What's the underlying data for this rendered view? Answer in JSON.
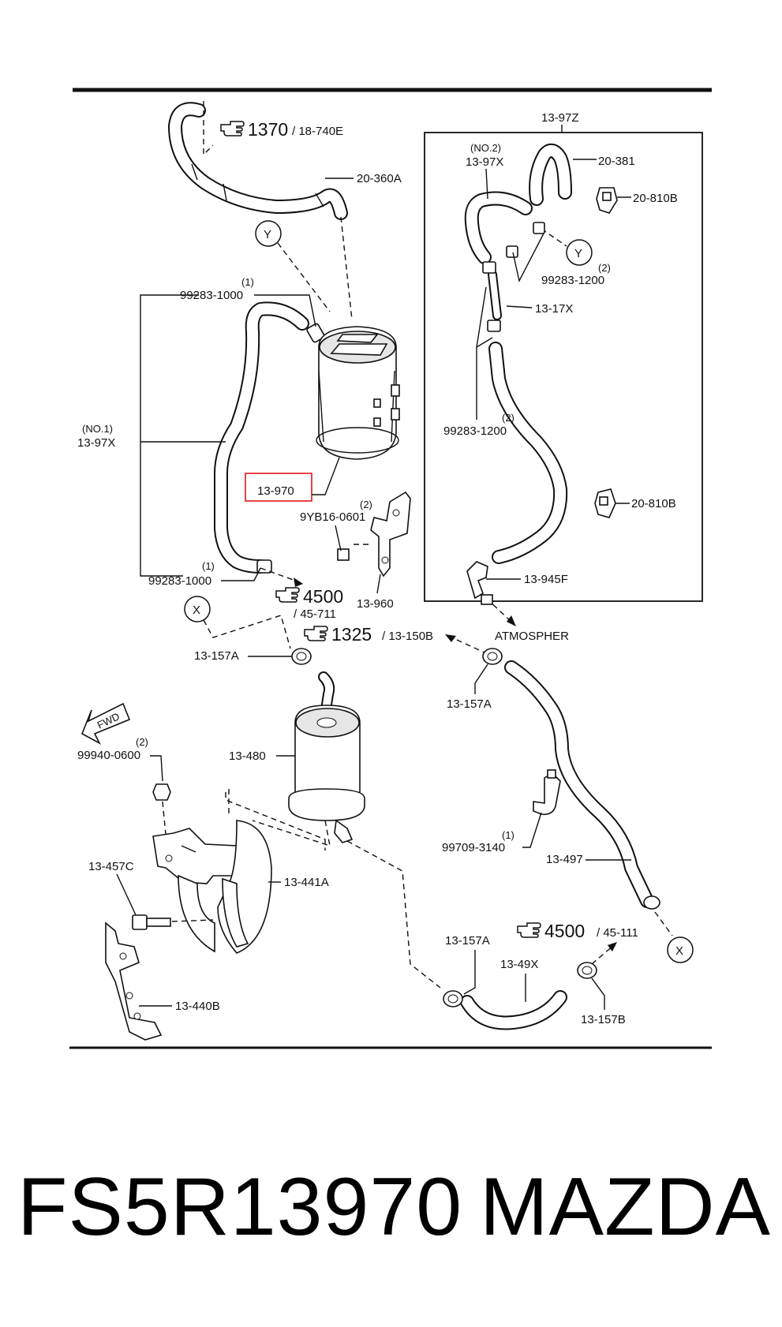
{
  "diagram": {
    "hand_refs": [
      {
        "id": "ref-1370",
        "number": "1370",
        "sub": "/ 18-740E"
      },
      {
        "id": "ref-4500a",
        "number": "4500",
        "sub": "/ 45-711"
      },
      {
        "id": "ref-1325",
        "number": "1325",
        "sub": "/ 13-150B"
      },
      {
        "id": "ref-4500b",
        "number": "4500",
        "sub": "/ 45-111"
      }
    ],
    "callouts": {
      "c_20_360A": "20-360A",
      "c_99283_1000_top": "99283-1000",
      "c_99283_1000_top_qty": "(1)",
      "c_no1": "(NO.1)",
      "c_13_97X_left": "13-97X",
      "c_13_970": "13-970",
      "c_9YB16": "9YB16-0601",
      "c_9YB16_qty": "(2)",
      "c_99283_1000_bot": "99283-1000",
      "c_99283_1000_bot_qty": "(1)",
      "c_13_960": "13-960",
      "c_13_157A_left": "13-157A",
      "c_13_157A_right": "13-157A",
      "c_13_157A_bottom": "13-157A",
      "c_99940": "99940-0600",
      "c_99940_qty": "(2)",
      "c_13_480": "13-480",
      "c_13_457C": "13-457C",
      "c_13_441A": "13-441A",
      "c_13_440B": "13-440B",
      "c_13_497": "13-497",
      "c_99709": "99709-3140",
      "c_99709_qty": "(1)",
      "c_13_49X": "13-49X",
      "c_13_157B": "13-157B",
      "c_atmos": "ATMOSPHER",
      "c_fwd": "FWD",
      "c_13_97Z": "13-97Z",
      "c_no2": "(NO.2)",
      "c_13_97X_box": "13-97X",
      "c_20_381": "20-381",
      "c_20_810B_top": "20-810B",
      "c_99283_1200_r": "99283-1200",
      "c_99283_1200_r_qty": "(2)",
      "c_13_17X": "13-17X",
      "c_99283_1200_l": "99283-1200",
      "c_99283_1200_l_qty": "(2)",
      "c_20_810B_bot": "20-810B",
      "c_13_945F": "13-945F"
    },
    "markers": {
      "y_top": "Y",
      "y_box": "Y",
      "x_left": "X",
      "x_right": "X"
    },
    "highlight_color": "#e0161b"
  },
  "footer": {
    "part_number": "FS5R13970",
    "brand": "MAZDA"
  }
}
